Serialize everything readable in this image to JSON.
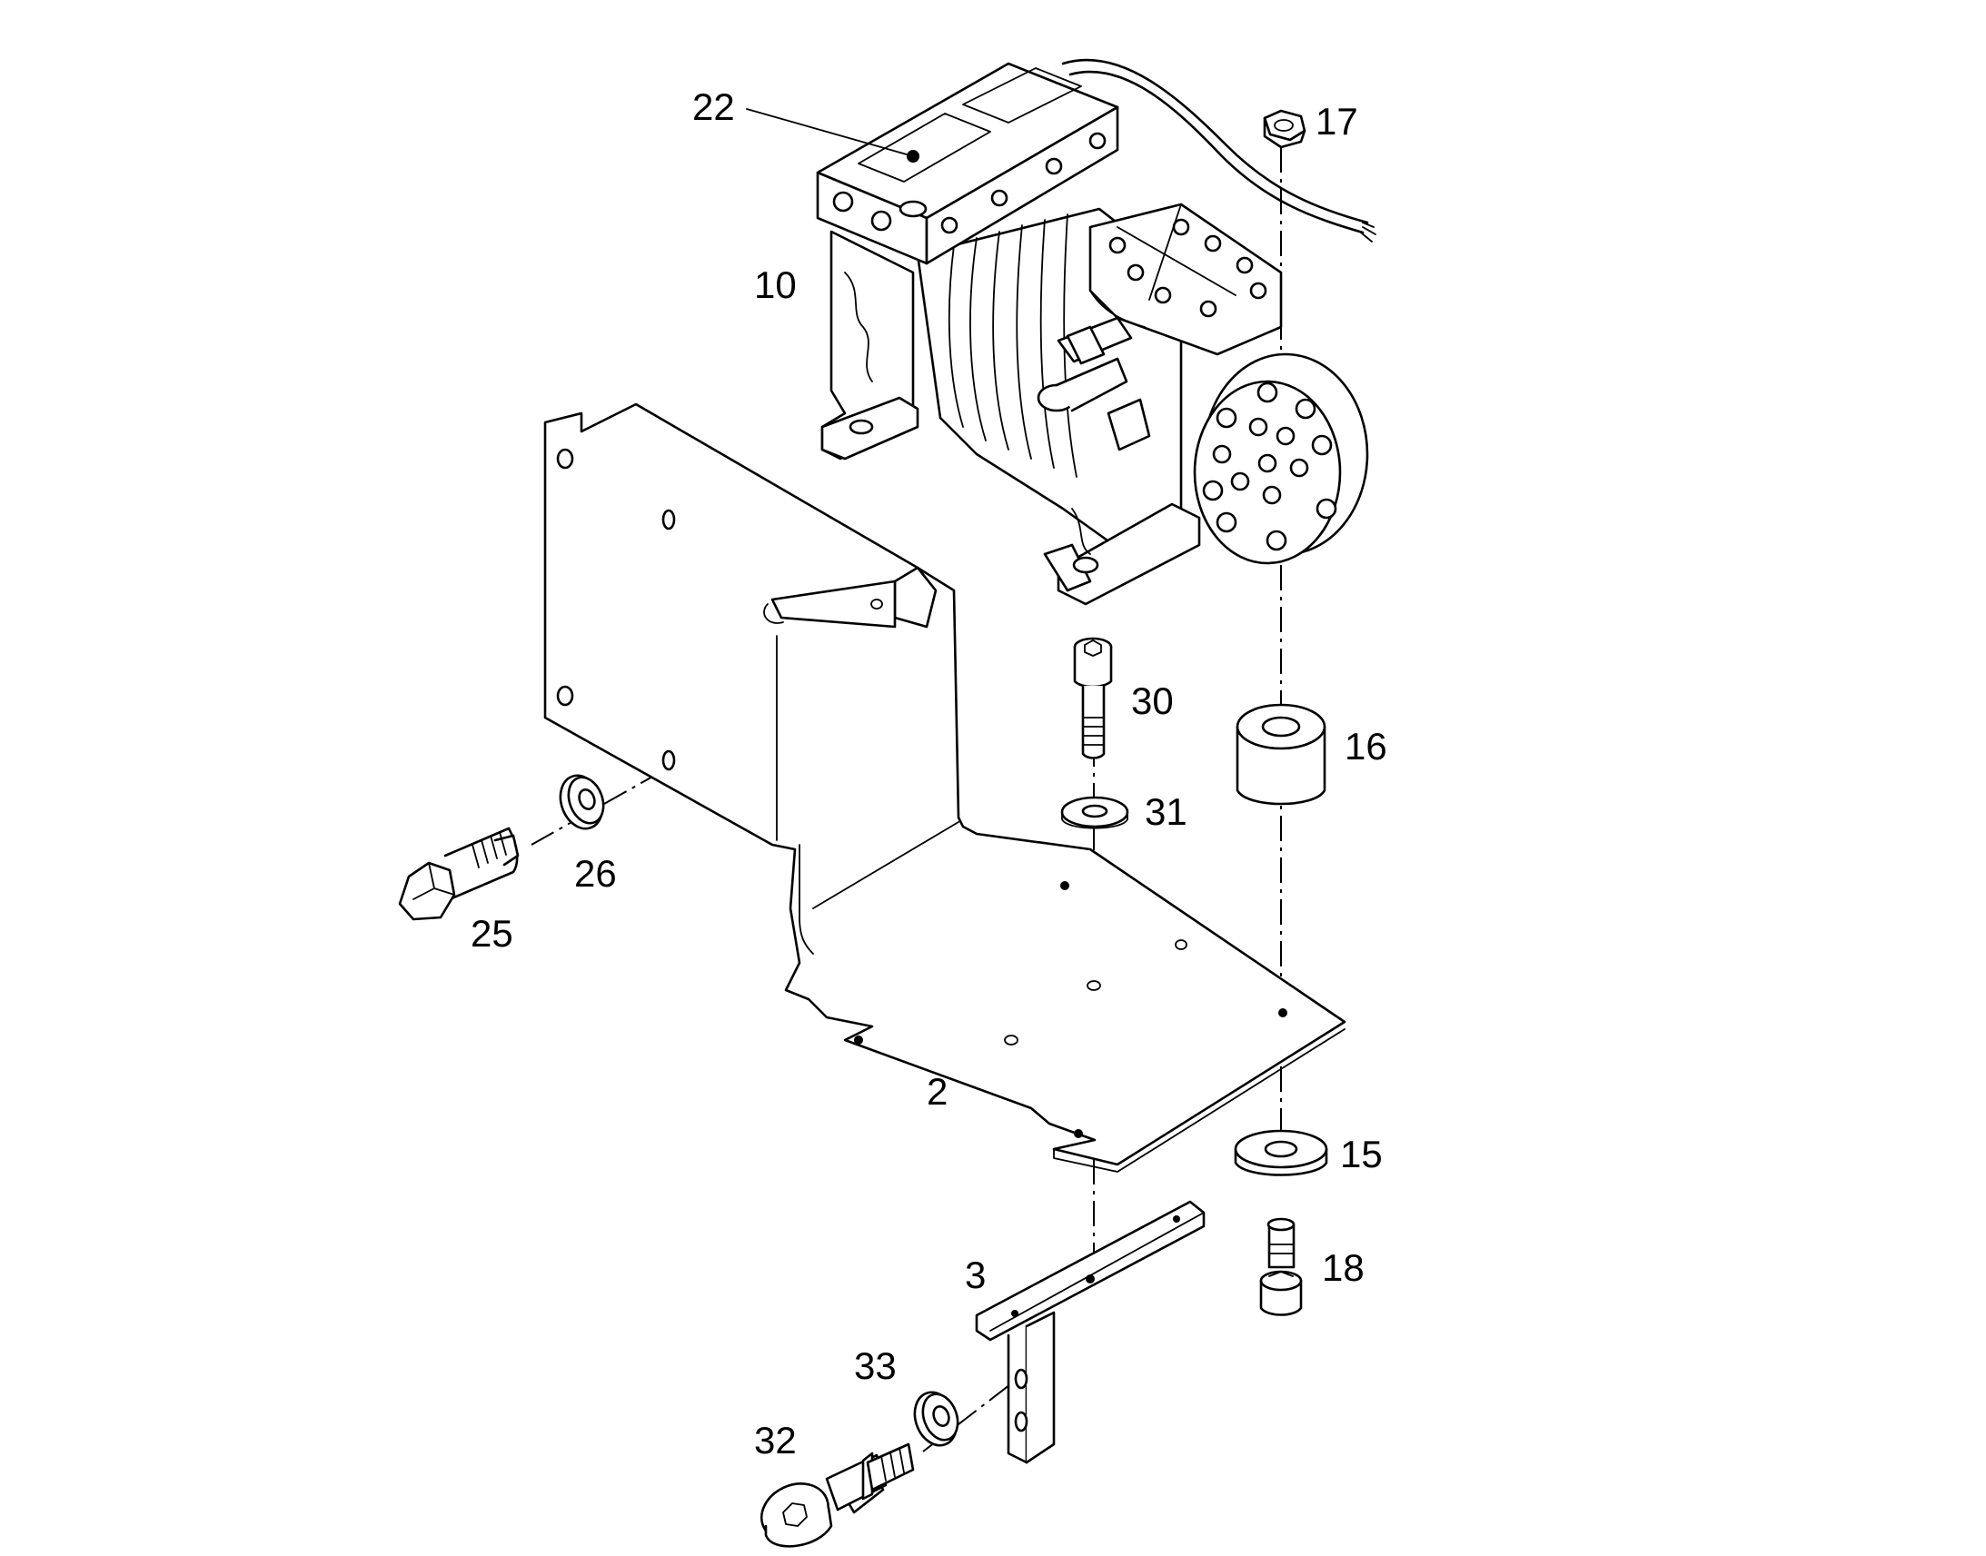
{
  "callouts": {
    "c22": "22",
    "c10": "10",
    "c17": "17",
    "c30": "30",
    "c16": "16",
    "c31": "31",
    "c26": "26",
    "c25": "25",
    "c2": "2",
    "c15": "15",
    "c3": "3",
    "c18": "18",
    "c33": "33",
    "c32": "32"
  },
  "colors": {
    "line": "#000000",
    "background": "#ffffff"
  }
}
